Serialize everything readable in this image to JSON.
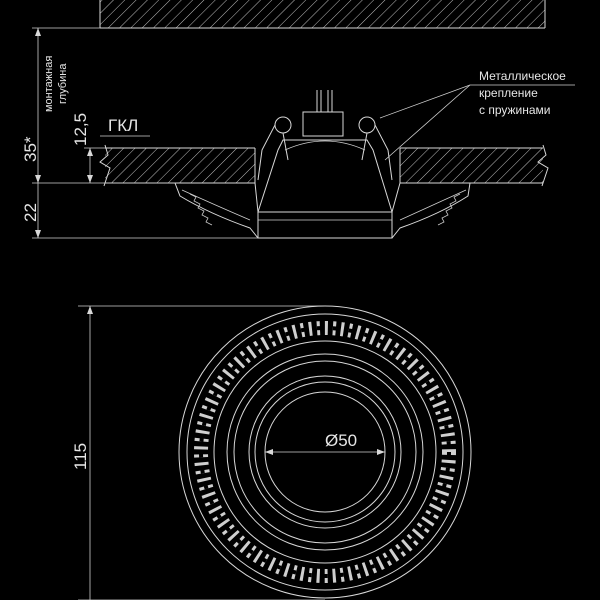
{
  "labels": {
    "gkl": "ГКЛ",
    "clip_note_1": "Металлическое",
    "clip_note_2": "крепление",
    "clip_note_3": "с пружинами",
    "depth_note_1": "монтажная",
    "depth_note_2": "глубина"
  },
  "dimensions": {
    "mount_depth": "35*",
    "board_thickness": "12,5",
    "bottom_height": "22",
    "outer_diameter": "115",
    "hole_diameter": "Ø50"
  },
  "colors": {
    "background": "#000000",
    "lines": "#d8d8d8"
  }
}
